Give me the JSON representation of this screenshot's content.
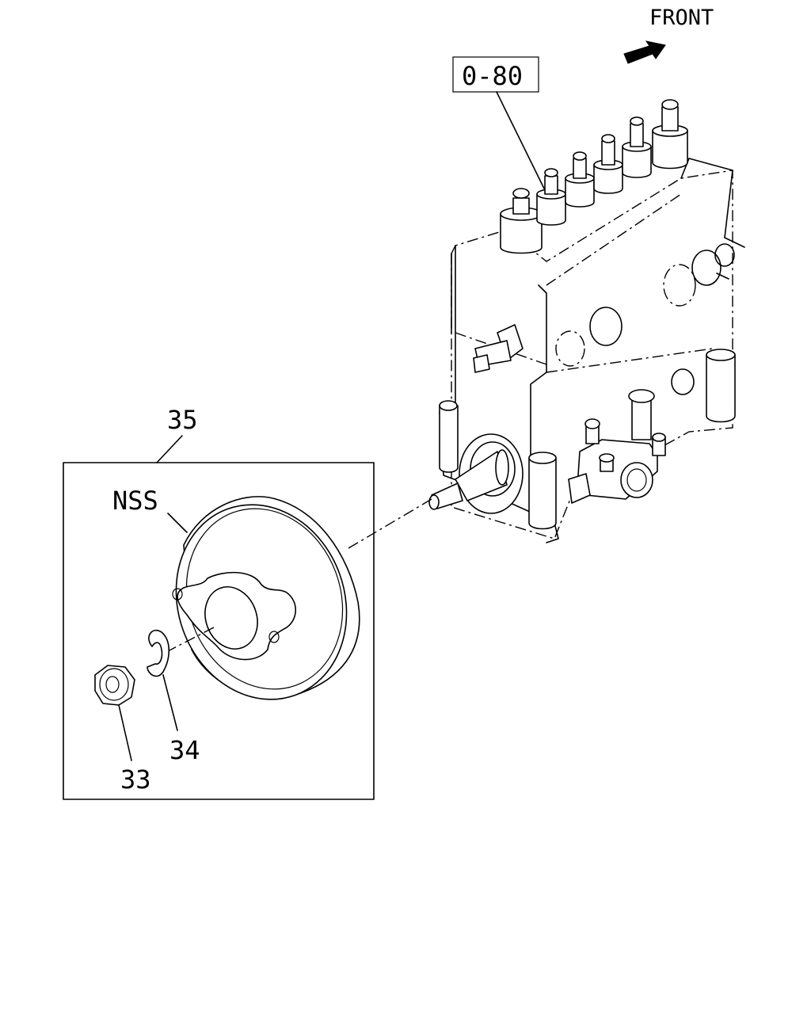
{
  "direction": {
    "label": "FRONT",
    "icon": "arrow-icon"
  },
  "reference": {
    "label": "0-80"
  },
  "callouts": {
    "assembly": "35",
    "nss": "NSS",
    "washer": "34",
    "nut": "33"
  }
}
